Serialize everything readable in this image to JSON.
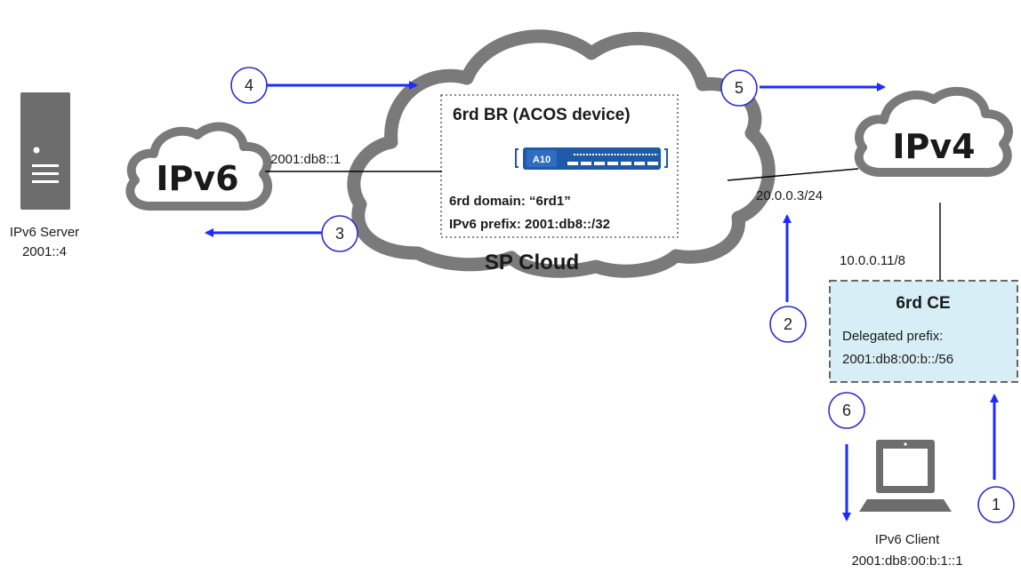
{
  "clouds": {
    "sp_cloud_label": "SP Cloud",
    "ipv6_label": "IPv6",
    "ipv4_label": "IPv4"
  },
  "br_box": {
    "title": "6rd BR (ACOS device)",
    "domain": "6rd domain: “6rd1”",
    "prefix": "IPv6 prefix: 2001:db8::/32",
    "device_logo_text": "A10"
  },
  "ce_box": {
    "title": "6rd CE",
    "line1": "Delegated prefix:",
    "line2": "2001:db8:00:b::/56"
  },
  "addresses": {
    "br_ipv6": "2001:db8::1",
    "br_ipv4": "20.0.0.3/24",
    "ce_ipv4": "10.0.0.11/8"
  },
  "server": {
    "name": "IPv6 Server",
    "address": "2001::4"
  },
  "client": {
    "name": "IPv6 Client",
    "address": "2001:db8:00:b:1::1"
  },
  "steps": [
    "1",
    "2",
    "3",
    "4",
    "5",
    "6"
  ],
  "colors": {
    "arrow": "#1f2bff",
    "step_circle": "#2b2bd6",
    "cloud_outline": "#7a7a7a",
    "ce_fill": "#d7eef7",
    "server_fill": "#6d6d6d",
    "device_fill": "#1f5aa8"
  },
  "icons": [
    "server-icon",
    "laptop-icon",
    "a10-device-icon"
  ]
}
